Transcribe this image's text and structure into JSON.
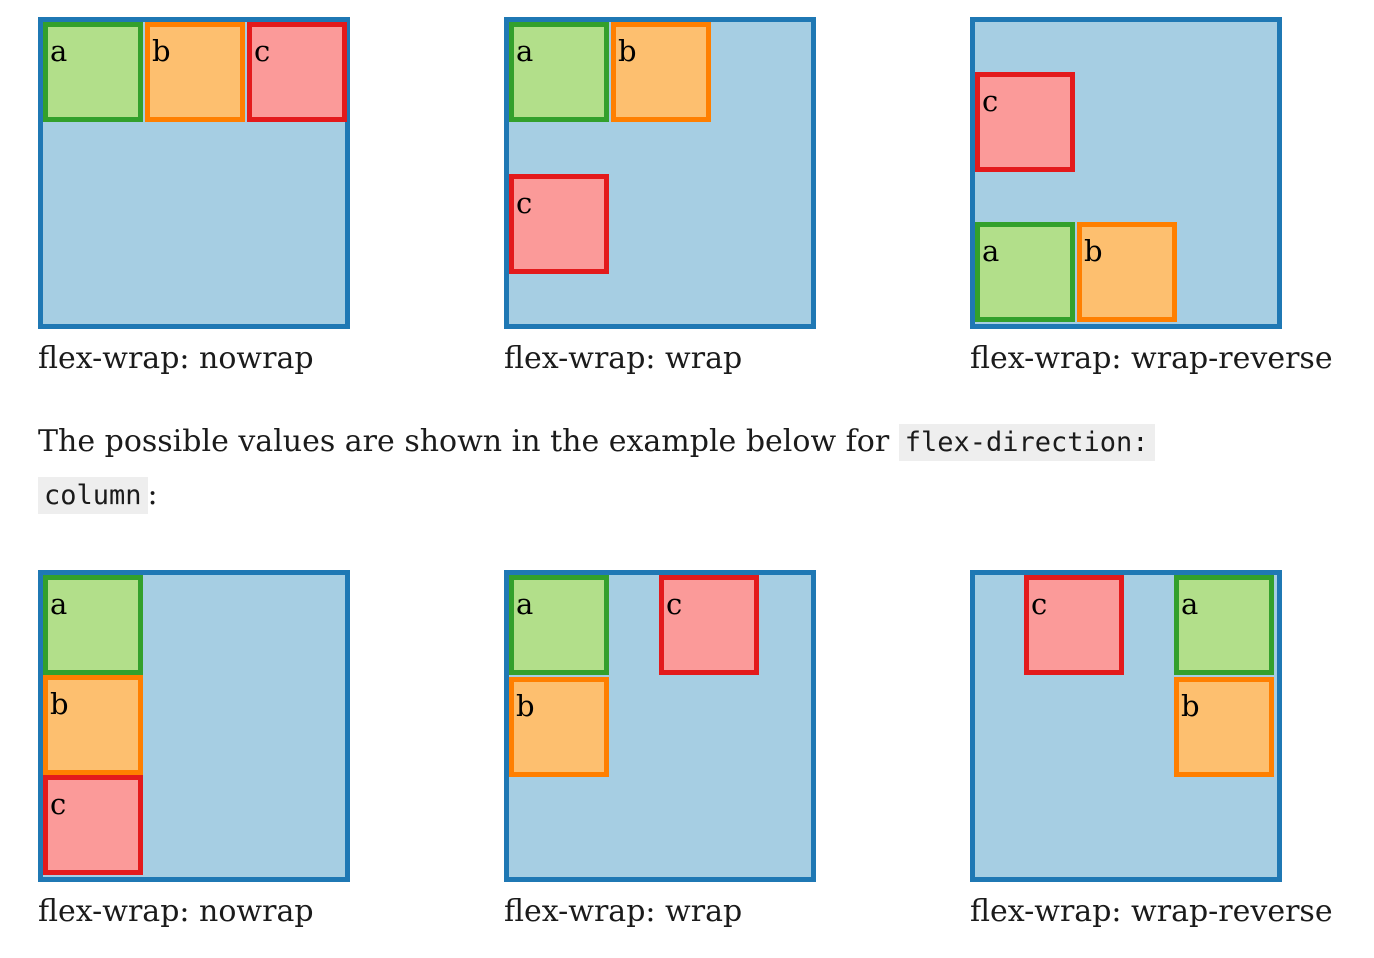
{
  "colors": {
    "container_bg": "#a6cee3",
    "container_border": "#1f78b4",
    "a_bg": "#b2df8a",
    "a_border": "#33a02c",
    "b_bg": "#fdbf6f",
    "b_border": "#ff7f00",
    "c_bg": "#fb9a99",
    "c_border": "#e31a1c",
    "code_bg": "#eeeeee"
  },
  "items": {
    "a": "a",
    "b": "b",
    "c": "c"
  },
  "row_diagrams": {
    "nowrap": "flex-wrap: nowrap",
    "wrap": "flex-wrap: wrap",
    "wrap_reverse": "flex-wrap: wrap-reverse"
  },
  "intro": {
    "text_before": "The possible values are shown in the example below for ",
    "code_1": "flex-direction:",
    "code_2": "column",
    "text_after": ":"
  },
  "column_diagrams": {
    "nowrap": "flex-wrap: nowrap",
    "wrap": "flex-wrap: wrap",
    "wrap_reverse": "flex-wrap: wrap-reverse"
  }
}
